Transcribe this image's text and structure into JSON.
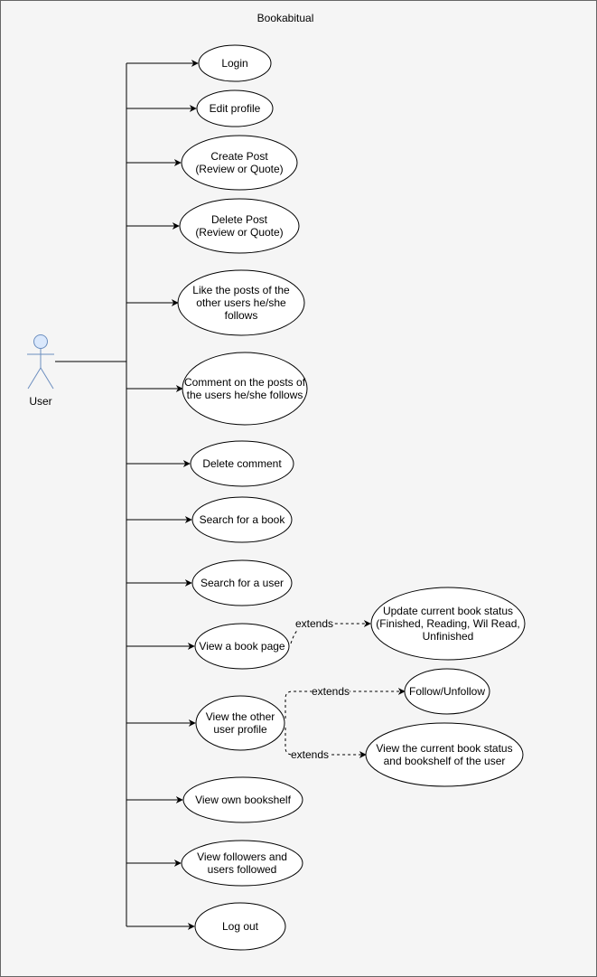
{
  "title": "Bookabitual",
  "actor": {
    "label": "User"
  },
  "use_cases": {
    "login": [
      "Login"
    ],
    "edit_profile": [
      "Edit profile"
    ],
    "create_post": [
      "Create Post",
      "(Review or Quote)"
    ],
    "delete_post": [
      "Delete Post",
      "(Review or Quote)"
    ],
    "like_posts": [
      "Like the posts of the",
      "other users he/she",
      "follows"
    ],
    "comment_posts": [
      "Comment on the posts of",
      "the users he/she follows"
    ],
    "delete_comment": [
      "Delete comment"
    ],
    "search_book": [
      "Search for a book"
    ],
    "search_user": [
      "Search for a user"
    ],
    "view_book_page": [
      "View a book page"
    ],
    "view_other_profile": [
      "View the other",
      "user profile"
    ],
    "view_own_bookshelf": [
      "View own bookshelf"
    ],
    "view_followers": [
      "View followers and",
      "users followed"
    ],
    "logout": [
      "Log out"
    ],
    "update_book_status": [
      "Update current book status",
      "(Finished, Reading, Wil Read,",
      "Unfinished"
    ],
    "follow_unfollow": [
      "Follow/Unfollow"
    ],
    "view_book_status_shelf": [
      "View the current book status",
      "and bookshelf of the user"
    ]
  },
  "relations": {
    "extends_label": "extends"
  }
}
